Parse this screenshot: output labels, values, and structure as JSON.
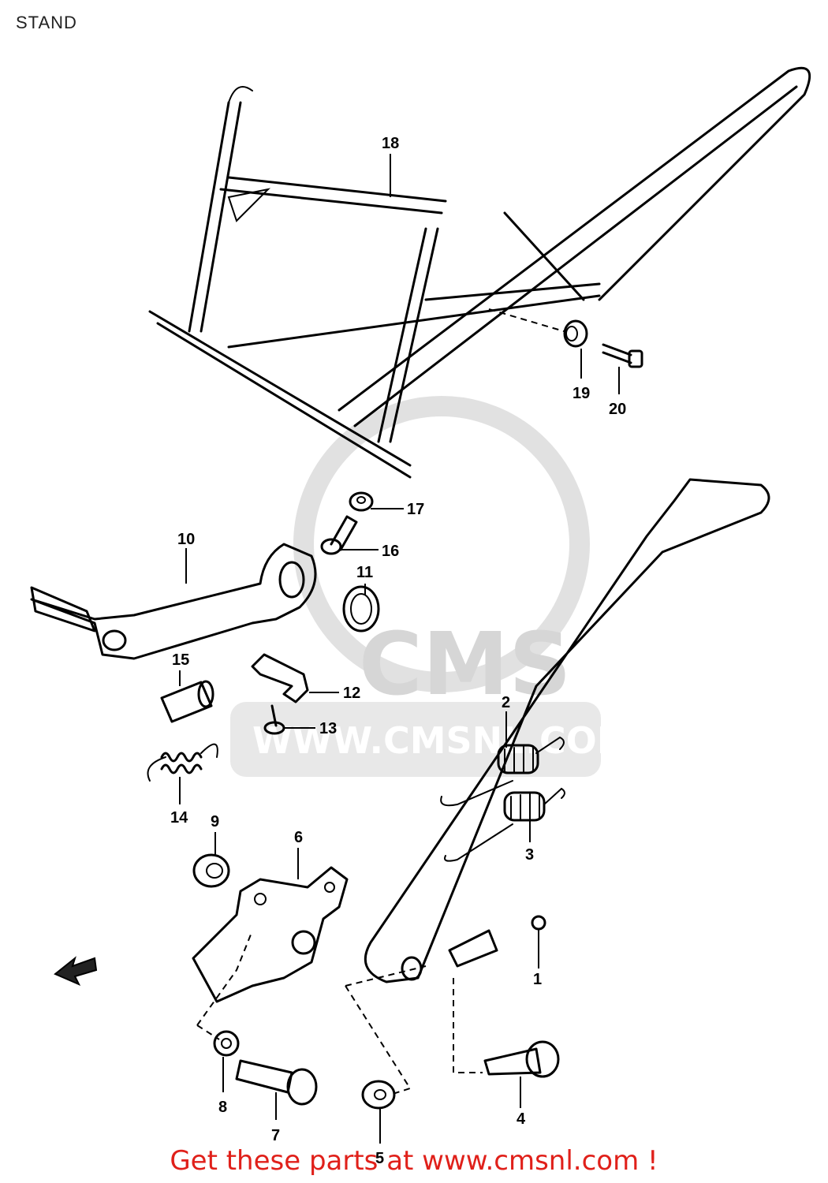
{
  "title": "STAND",
  "callouts": [
    "1",
    "2",
    "3",
    "4",
    "5",
    "6",
    "7",
    "8",
    "9",
    "10",
    "11",
    "12",
    "13",
    "14",
    "15",
    "16",
    "17",
    "18",
    "19",
    "20"
  ],
  "watermark": {
    "brand": "CMS",
    "url": "WWW.CMSNL.COM"
  },
  "footer": "Get these parts at www.cmsnl.com !"
}
